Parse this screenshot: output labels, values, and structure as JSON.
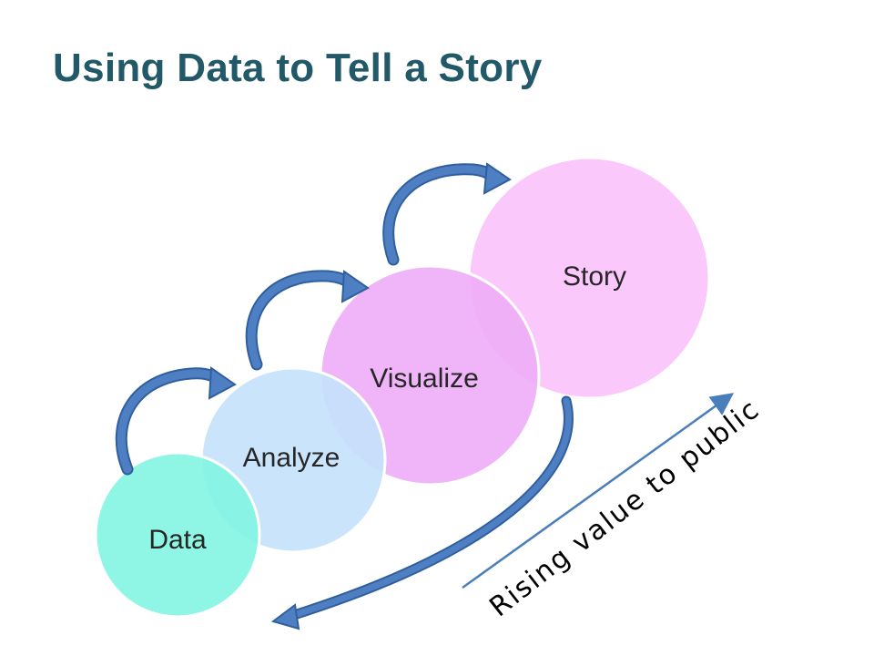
{
  "slide": {
    "title": "Using Data to Tell a Story"
  },
  "diagram": {
    "stages": [
      {
        "label": "Data",
        "color": "#7ff5e1"
      },
      {
        "label": "Analyze",
        "color": "#c6e2fb"
      },
      {
        "label": "Visualize",
        "color": "#efaef7"
      },
      {
        "label": "Story",
        "color": "#fbc8fb"
      }
    ],
    "arrow_color": "#3f6db0",
    "trend_line_color": "#4a7ebb",
    "value_label": "Rising value to public"
  }
}
